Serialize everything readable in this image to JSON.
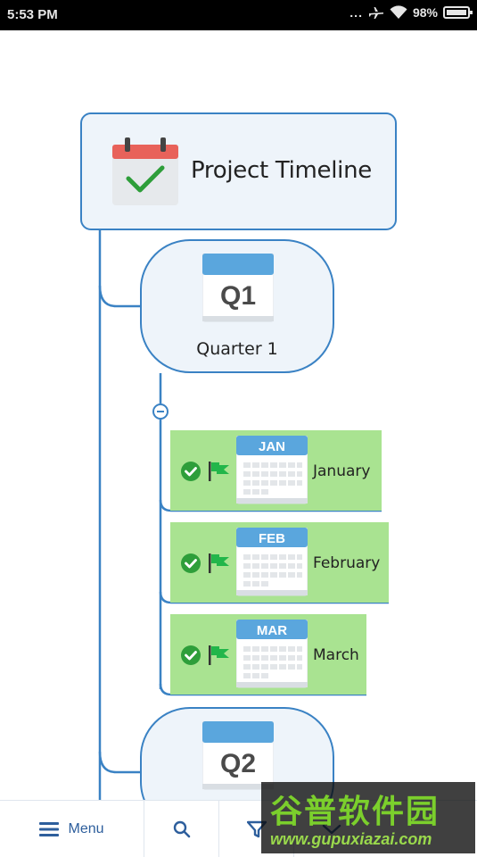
{
  "status_bar": {
    "time": "5:53 PM",
    "dots": "...",
    "battery": "98%"
  },
  "mindmap": {
    "root": {
      "title": "Project Timeline",
      "icon": "calendar-check-icon"
    },
    "quarters": [
      {
        "badge": "Q1",
        "label": "Quarter 1"
      },
      {
        "badge": "Q2",
        "label": ""
      }
    ],
    "months": [
      {
        "badge": "JAN",
        "label": "January",
        "status": "complete",
        "flag": "green"
      },
      {
        "badge": "FEB",
        "label": "February",
        "status": "complete",
        "flag": "green"
      },
      {
        "badge": "MAR",
        "label": "March",
        "status": "complete",
        "flag": "green"
      }
    ]
  },
  "bottom_bar": {
    "menu_label": "Menu",
    "icons": [
      "hamburger-icon",
      "search-icon",
      "filter-icon",
      "chevron-down-icon"
    ]
  },
  "watermark": {
    "chinese": "谷普软件园",
    "url": "www.gupuxiazai.com"
  },
  "colors": {
    "accent": "#3a82c4",
    "node_fill": "#eef4fa",
    "month_fill": "#a9e391",
    "check": "#2e9e3a",
    "calendar_red": "#e8625a"
  }
}
